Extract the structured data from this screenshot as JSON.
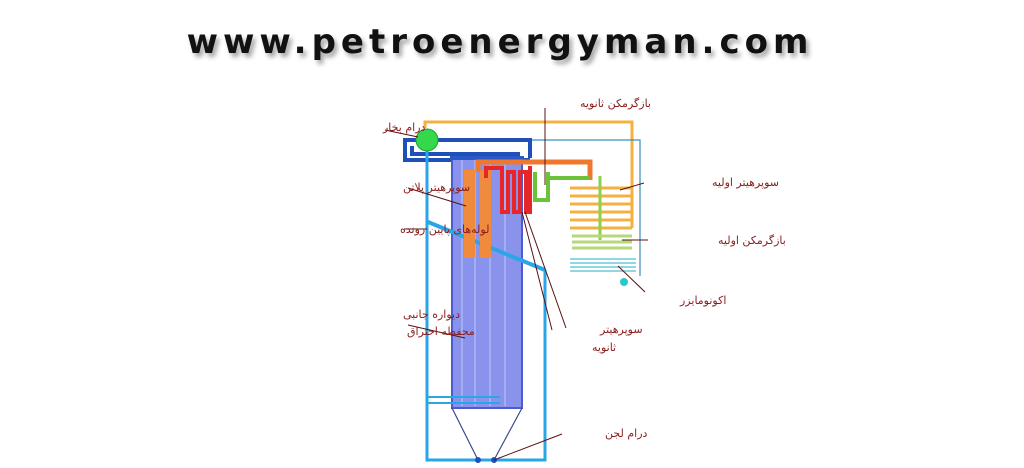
{
  "header": {
    "website": "www.petroenergyman.com"
  },
  "labels": {
    "steam_drum": "درام بخار",
    "secondary_reheater": "بازگرمکن ثانویه",
    "platen_superheater": "سوپرهیتر پلاتن",
    "downcomers": "لوله‌های پایین رونده",
    "primary_superheater": "سوپرهیتر اولیه",
    "primary_reheater": "بازگرمکن اولیه",
    "economizer": "اکونومایزر",
    "side_wall_line1": "دیواره جانبی",
    "side_wall_line2": "محفظه احتراق",
    "secondary_superheater_line1": "سوپرهیتر",
    "secondary_superheater_line2": "ثانویه",
    "mud_drum": "درام لجن"
  },
  "colors": {
    "label": "#8b1c1c",
    "furnace": "#8a93ec",
    "pipe_blue": "#2aa6e8",
    "orange": "#f5a53a",
    "red": "#e8262a",
    "green": "#6cc23a"
  }
}
